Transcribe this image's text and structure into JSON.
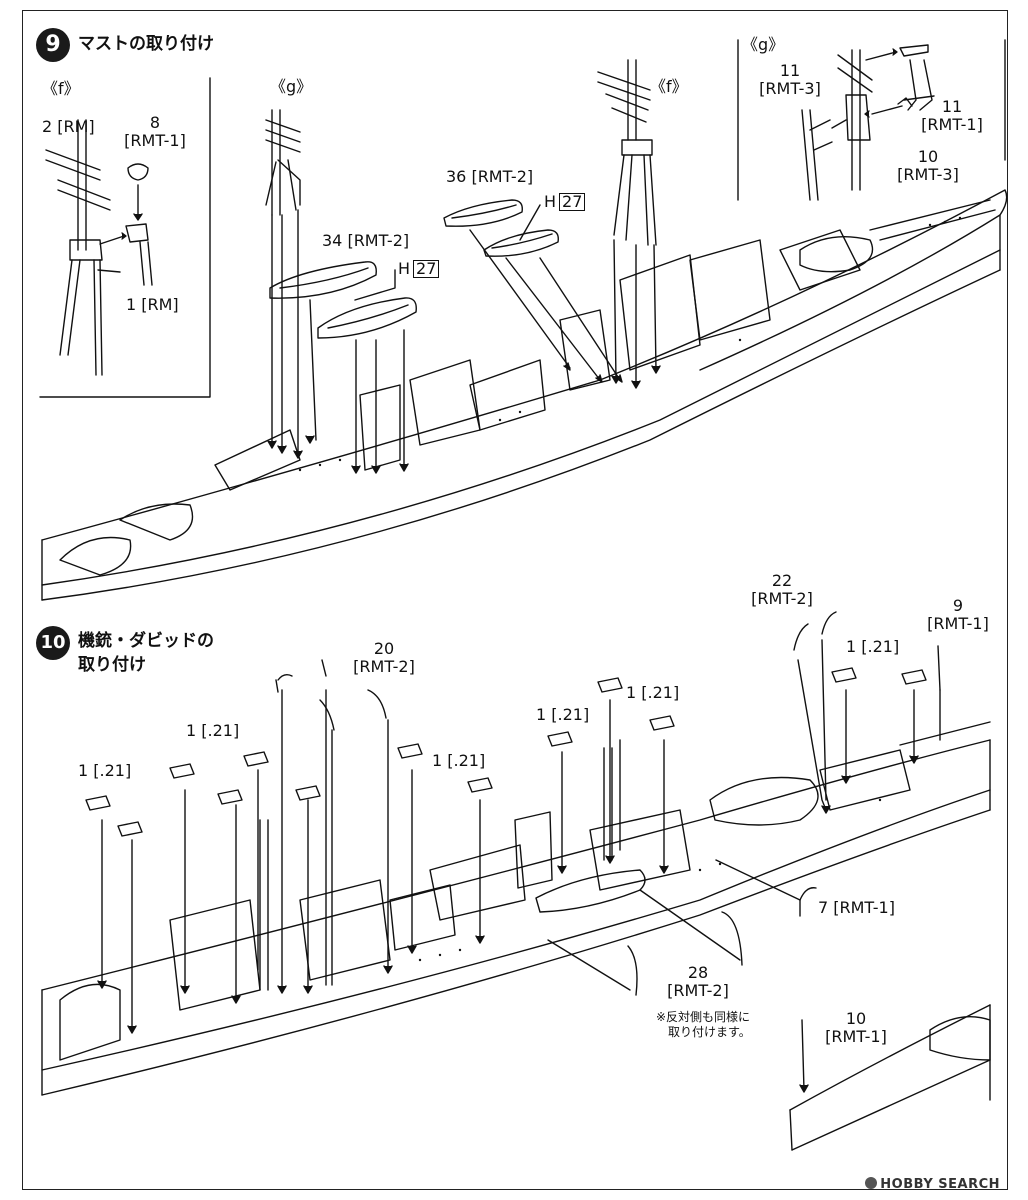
{
  "step9": {
    "number": "9",
    "title": "マストの取り付け",
    "labels": {
      "f_left": "《f》",
      "g_left": "《g》",
      "f_mid": "《f》",
      "g_right": "《g》",
      "part_2rm": "2 [RM]",
      "part_8": "8",
      "part_8_code": "[RMT-1]",
      "part_1rm": "1 [RM]",
      "part_36": "36 [RMT-2]",
      "h27_a_prefix": "H",
      "h27_a_box": "27",
      "part_34": "34 [RMT-2]",
      "h27_b_prefix": "H",
      "h27_b_box": "27",
      "part_11a": "11",
      "part_11a_code": "[RMT-3]",
      "part_11b": "11",
      "part_11b_code": "[RMT-1]",
      "part_10": "10",
      "part_10_code": "[RMT-3]"
    }
  },
  "step10": {
    "number": "10",
    "title_line1": "機銃・ダビッドの",
    "title_line2": "取り付け",
    "labels": {
      "part_22": "22",
      "part_22_code": "[RMT-2]",
      "part_9": "9",
      "part_9_code": "[RMT-1]",
      "part_1_21_a": "1 [.21]",
      "part_1_21_b": "1 [.21]",
      "part_1_21_c": "1 [.21]",
      "part_1_21_d": "1 [.21]",
      "part_1_21_e": "1 [.21]",
      "part_1_21_f": "1 [.21]",
      "part_20": "20",
      "part_20_code": "[RMT-2]",
      "part_7": "7 [RMT-1]",
      "part_28": "28",
      "part_28_code": "[RMT-2]",
      "note_line1": "※反対側も同様に",
      "note_line2": "取り付けます。",
      "part_10": "10",
      "part_10_code": "[RMT-1]"
    }
  },
  "watermark": "HOBBY SEARCH"
}
